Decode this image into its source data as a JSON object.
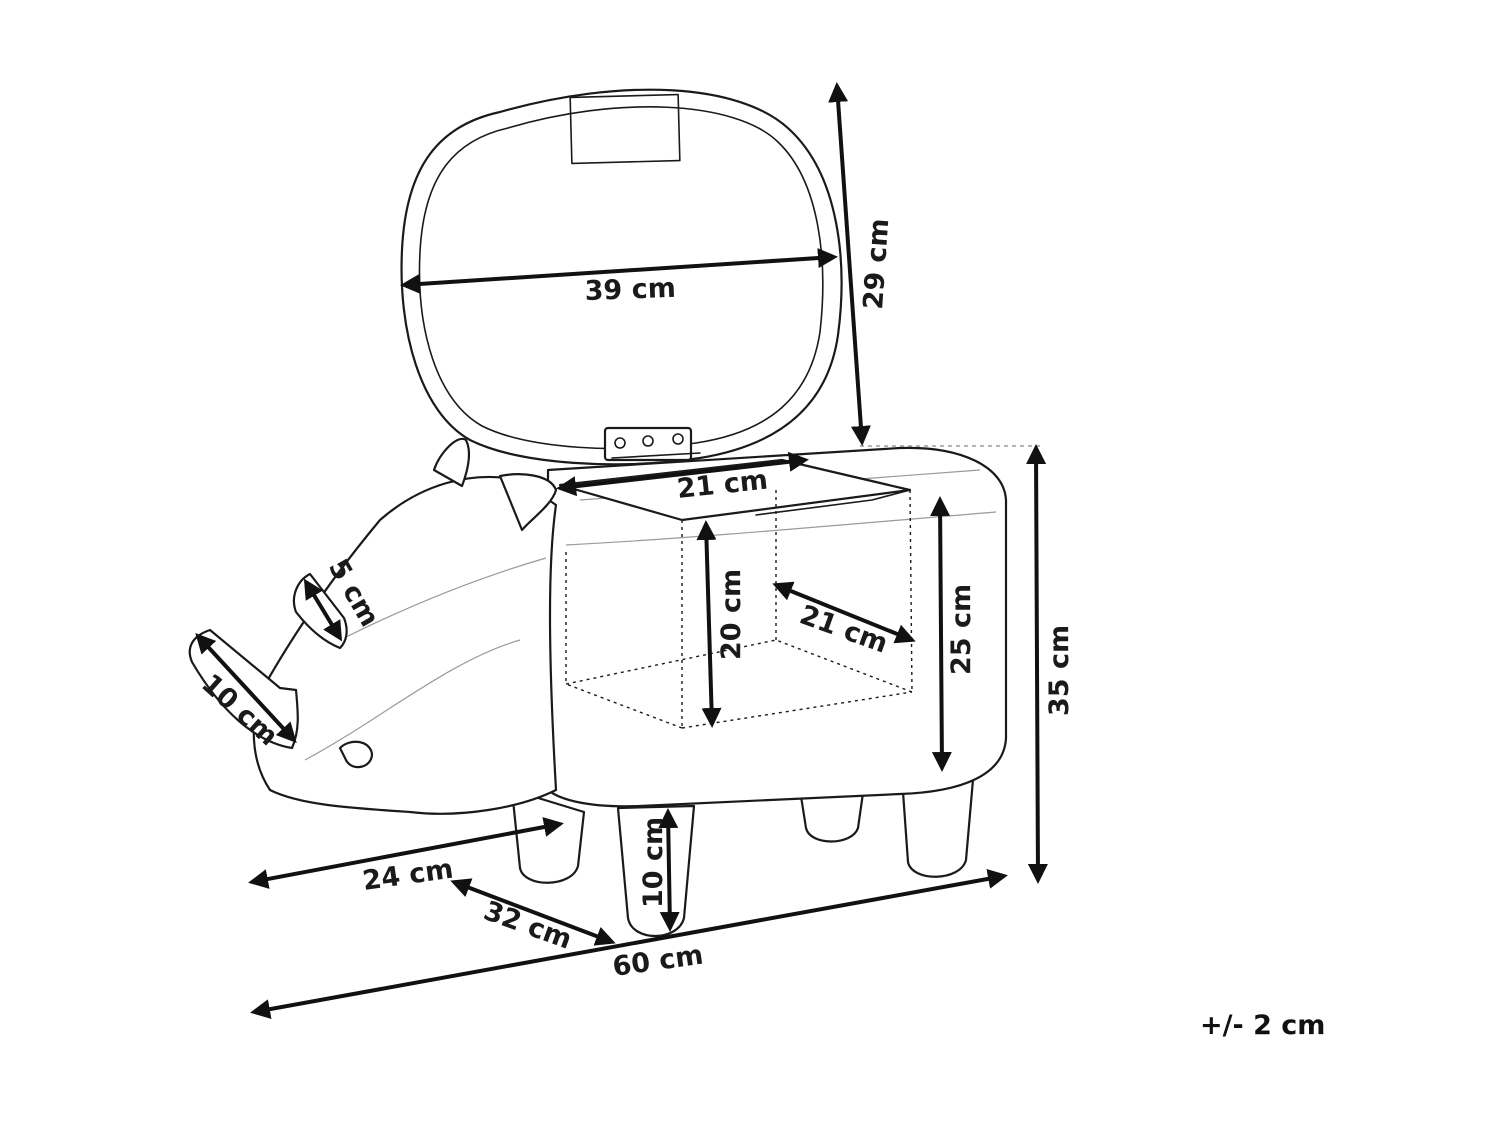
{
  "dimensions": {
    "lid_width": "39 cm",
    "lid_height": "29 cm",
    "compartment_width": "21 cm",
    "compartment_depth": "21 cm",
    "compartment_height": "20 cm",
    "seat_height": "25 cm",
    "total_height": "35 cm",
    "horn_large": "10 cm",
    "horn_small": "5 cm",
    "head_length": "24 cm",
    "depth": "32 cm",
    "leg_height": "10 cm",
    "total_length": "60 cm"
  },
  "tolerance": "+/- 2 cm",
  "colors": {
    "line": "#1a1a1a",
    "guide": "#888888",
    "background": "#ffffff"
  }
}
